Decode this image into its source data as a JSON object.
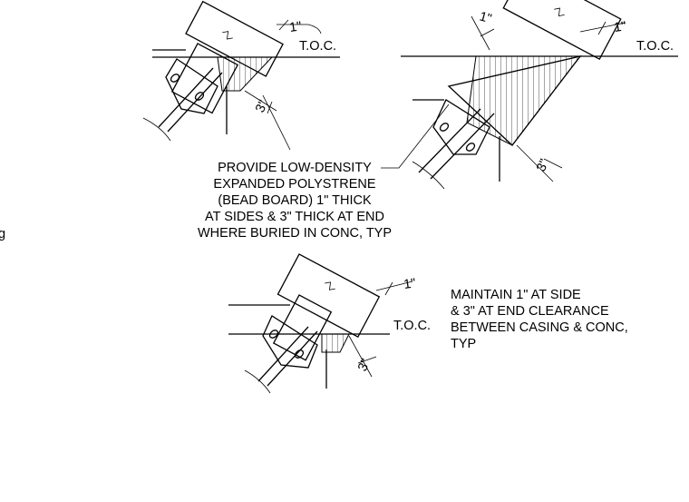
{
  "labels": {
    "toc": "T.O.C.",
    "one_inch": "1\"",
    "three_inch": "3\"",
    "edge_fragment": "g"
  },
  "notes": {
    "polystyrene": [
      "PROVIDE LOW-DENSITY",
      "EXPANDED POLYSTRENE",
      "(BEAD BOARD) 1\" THICK",
      "AT SIDES & 3\" THICK  AT END",
      "WHERE BURIED IN CONC, TYP"
    ],
    "clearance": [
      "MAINTAIN 1\" AT SIDE",
      "& 3\" AT END CLEARANCE",
      "BETWEEN CASING & CONC,",
      "TYP"
    ]
  },
  "colors": {
    "line": "#000000",
    "background": "#ffffff"
  }
}
